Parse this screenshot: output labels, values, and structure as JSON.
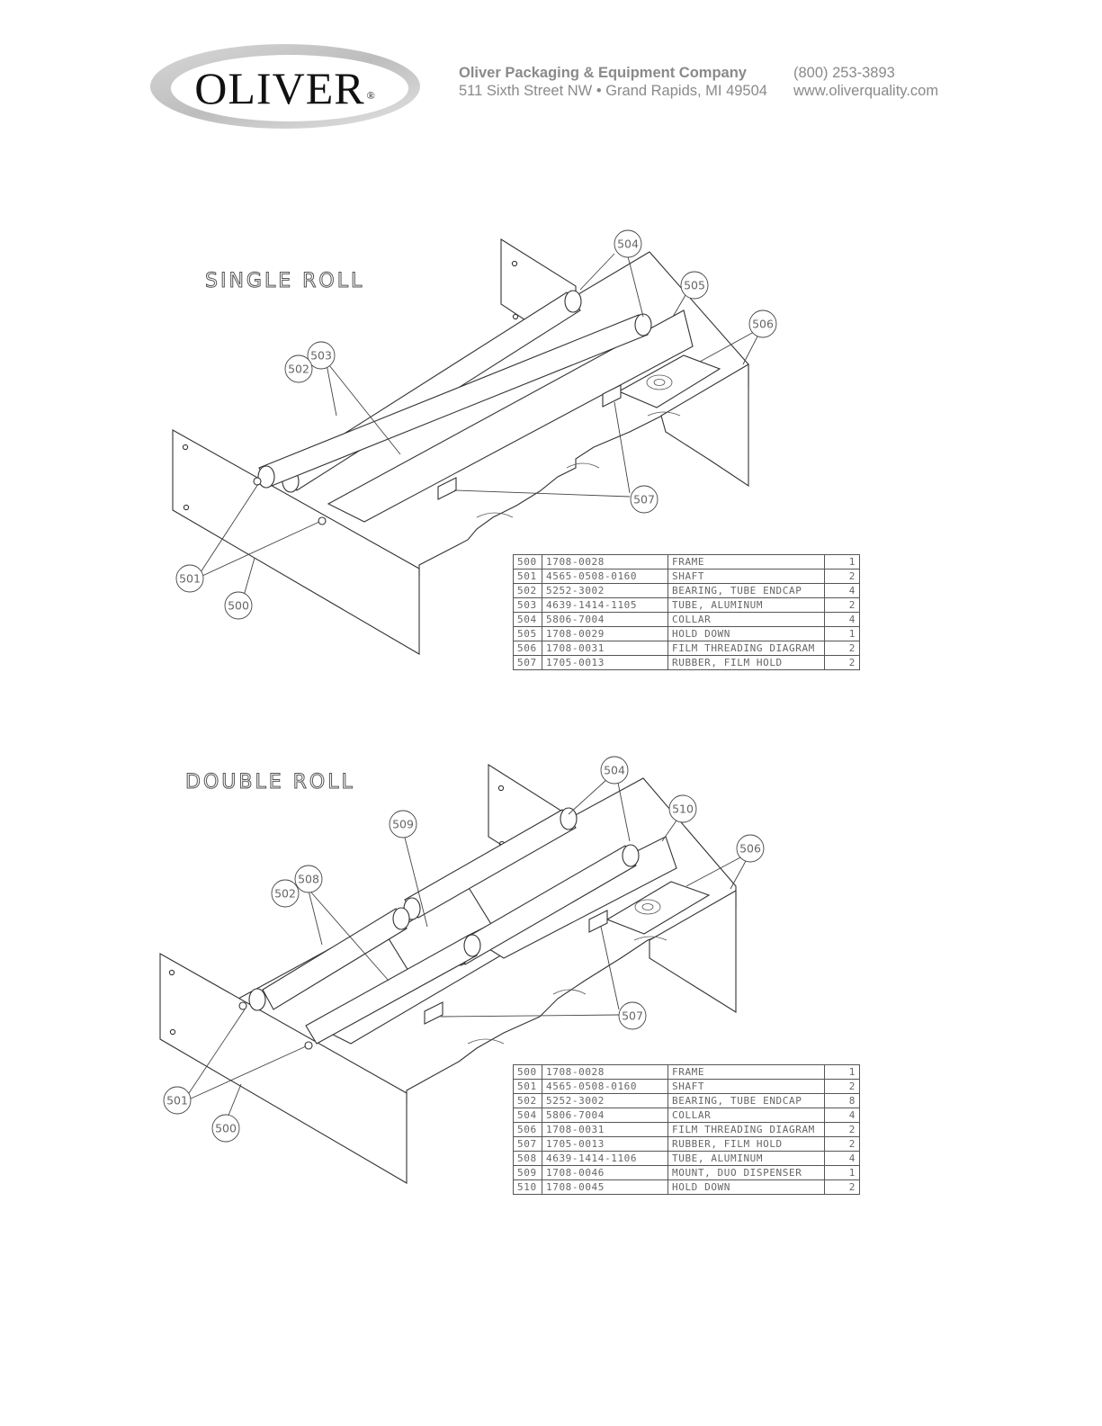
{
  "header": {
    "logo_text": "OLIVER",
    "logo_mark": "®",
    "company_name": "Oliver Packaging & Equipment Company",
    "address": "511 Sixth Street NW • Grand Rapids, MI 49504",
    "phone": "(800) 253-3893",
    "website": "www.oliverquality.com"
  },
  "single": {
    "title": "SINGLE  ROLL",
    "callouts": [
      "504",
      "505",
      "506",
      "503",
      "502",
      "507",
      "501",
      "500"
    ],
    "parts": [
      {
        "item": "500",
        "pn": "1708-0028",
        "desc": "FRAME",
        "qty": "1"
      },
      {
        "item": "501",
        "pn": "4565-0508-0160",
        "desc": "SHAFT",
        "qty": "2"
      },
      {
        "item": "502",
        "pn": "5252-3002",
        "desc": "BEARING, TUBE ENDCAP",
        "qty": "4"
      },
      {
        "item": "503",
        "pn": "4639-1414-1105",
        "desc": "TUBE, ALUMINUM",
        "qty": "2"
      },
      {
        "item": "504",
        "pn": "5806-7004",
        "desc": "COLLAR",
        "qty": "4"
      },
      {
        "item": "505",
        "pn": "1708-0029",
        "desc": "HOLD DOWN",
        "qty": "1"
      },
      {
        "item": "506",
        "pn": "1708-0031",
        "desc": "FILM THREADING DIAGRAM",
        "qty": "2"
      },
      {
        "item": "507",
        "pn": "1705-0013",
        "desc": "RUBBER, FILM HOLD",
        "qty": "2"
      }
    ]
  },
  "double": {
    "title": "DOUBLE  ROLL",
    "callouts": [
      "504",
      "510",
      "509",
      "506",
      "508",
      "502",
      "507",
      "501",
      "500"
    ],
    "parts": [
      {
        "item": "500",
        "pn": "1708-0028",
        "desc": "FRAME",
        "qty": "1"
      },
      {
        "item": "501",
        "pn": "4565-0508-0160",
        "desc": "SHAFT",
        "qty": "2"
      },
      {
        "item": "502",
        "pn": "5252-3002",
        "desc": "BEARING, TUBE ENDCAP",
        "qty": "8"
      },
      {
        "item": "504",
        "pn": "5806-7004",
        "desc": "COLLAR",
        "qty": "4"
      },
      {
        "item": "506",
        "pn": "1708-0031",
        "desc": "FILM THREADING DIAGRAM",
        "qty": "2"
      },
      {
        "item": "507",
        "pn": "1705-0013",
        "desc": "RUBBER, FILM HOLD",
        "qty": "2"
      },
      {
        "item": "508",
        "pn": "4639-1414-1106",
        "desc": "TUBE, ALUMINUM",
        "qty": "4"
      },
      {
        "item": "509",
        "pn": "1708-0046",
        "desc": "MOUNT, DUO DISPENSER",
        "qty": "1"
      },
      {
        "item": "510",
        "pn": "1708-0045",
        "desc": "HOLD DOWN",
        "qty": "2"
      }
    ]
  }
}
